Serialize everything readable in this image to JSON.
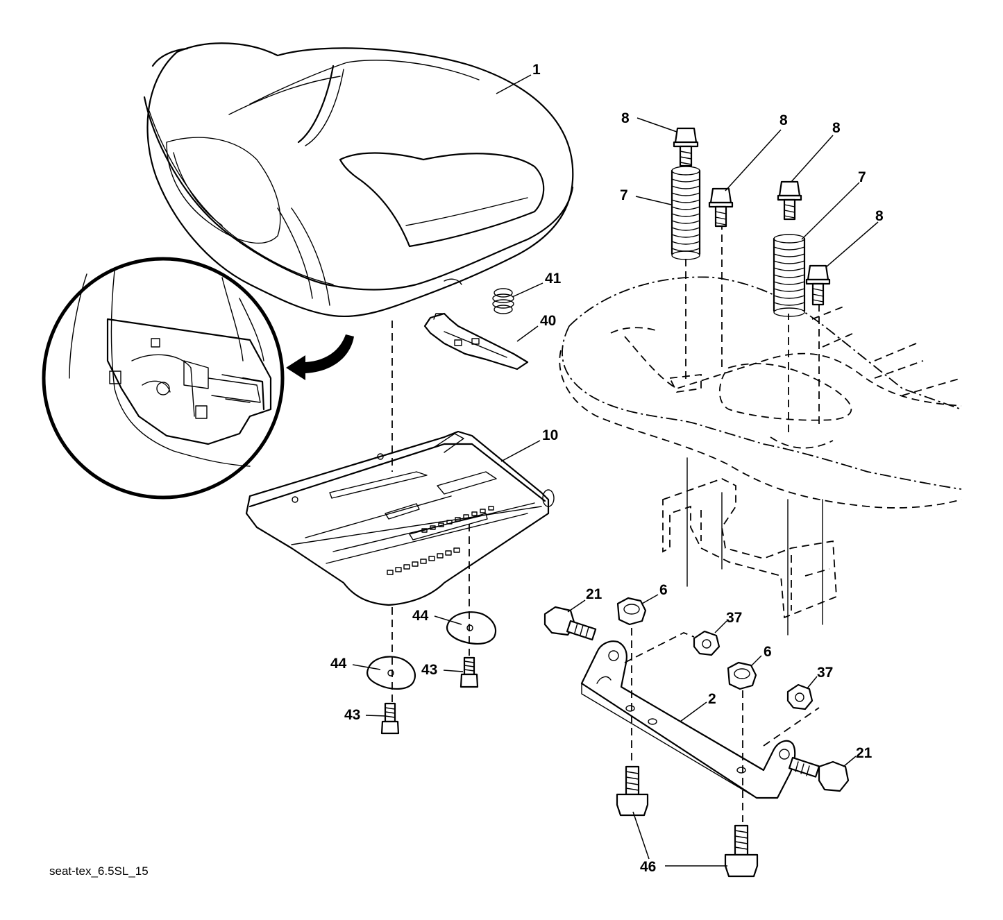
{
  "diagram": {
    "caption": "seat-tex_6.5SL_15",
    "callouts": {
      "seat": "1",
      "seat_pan": "10",
      "seat_clip": "40",
      "small_spring": "41",
      "bolt_a": "8",
      "bolt_b": "8",
      "bolt_c": "8",
      "bolt_d": "8",
      "spring_left": "7",
      "spring_right": "7",
      "washer_upper": "44",
      "washer_lower": "44",
      "screw_upper": "43",
      "screw_lower": "43",
      "pivot_bolt_left": "21",
      "pivot_bolt_right": "21",
      "nut_left": "6",
      "nut_right": "6",
      "locknut_left": "37",
      "locknut_right": "37",
      "bracket": "2",
      "flange_bolt": "46"
    }
  }
}
